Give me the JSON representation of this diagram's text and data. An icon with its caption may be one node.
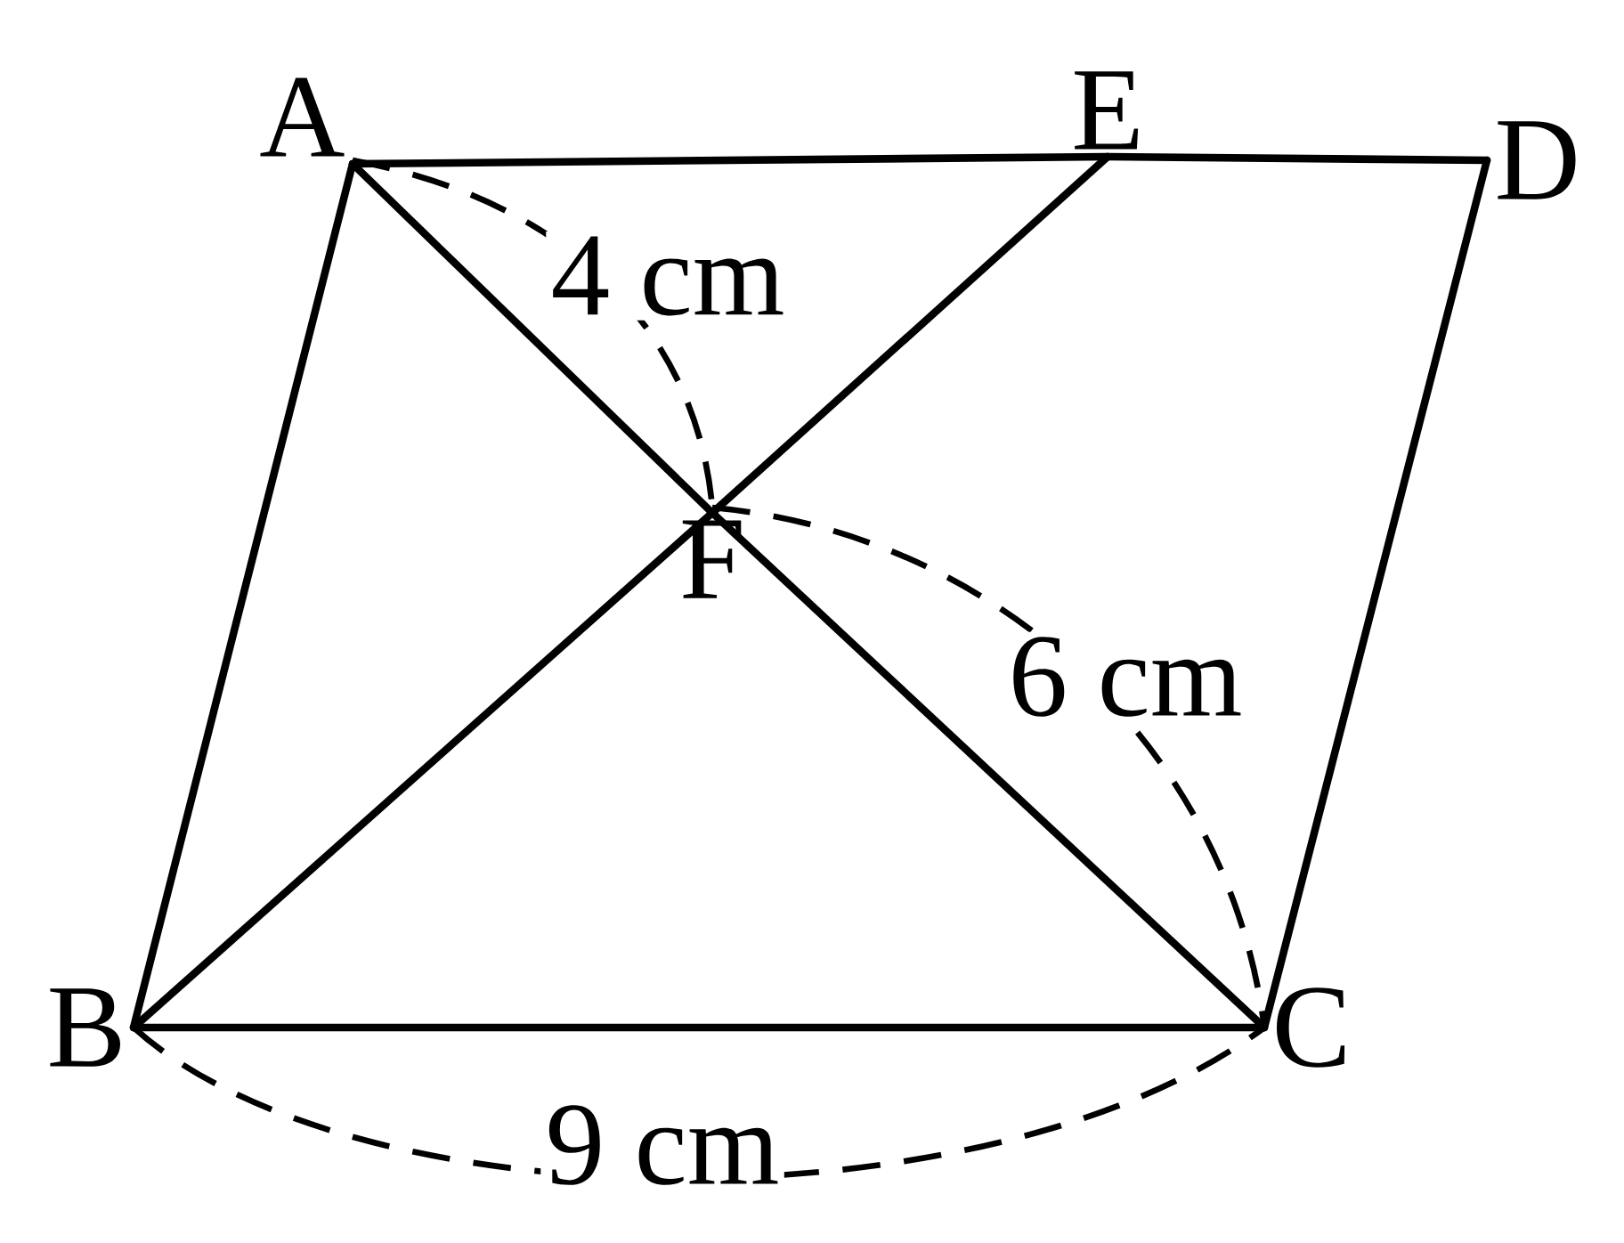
{
  "diagram": {
    "nodes": [
      {
        "text": [
          "A"
        ]
      },
      {
        "text": [
          "B"
        ]
      },
      {
        "text": [
          "C"
        ]
      },
      {
        "text": [
          "D"
        ]
      },
      {
        "text": [
          "E"
        ]
      },
      {
        "text": [
          "F"
        ]
      }
    ],
    "edges": [
      {
        "from": 0,
        "to": 4,
        "arrow": "none"
      },
      {
        "from": 4,
        "to": 3,
        "arrow": "none"
      },
      {
        "from": 0,
        "to": 1,
        "arrow": "none"
      },
      {
        "from": 1,
        "to": 2,
        "arrow": "none"
      },
      {
        "from": 2,
        "to": 3,
        "arrow": "none"
      },
      {
        "from": 0,
        "to": 5,
        "arrow": "none"
      },
      {
        "from": 5,
        "to": 2,
        "arrow": "none"
      },
      {
        "from": 1,
        "to": 5,
        "arrow": "none"
      },
      {
        "from": 5,
        "to": 4,
        "arrow": "none"
      }
    ],
    "labels": [
      "4 cm",
      "6 cm",
      "9 cm"
    ]
  }
}
